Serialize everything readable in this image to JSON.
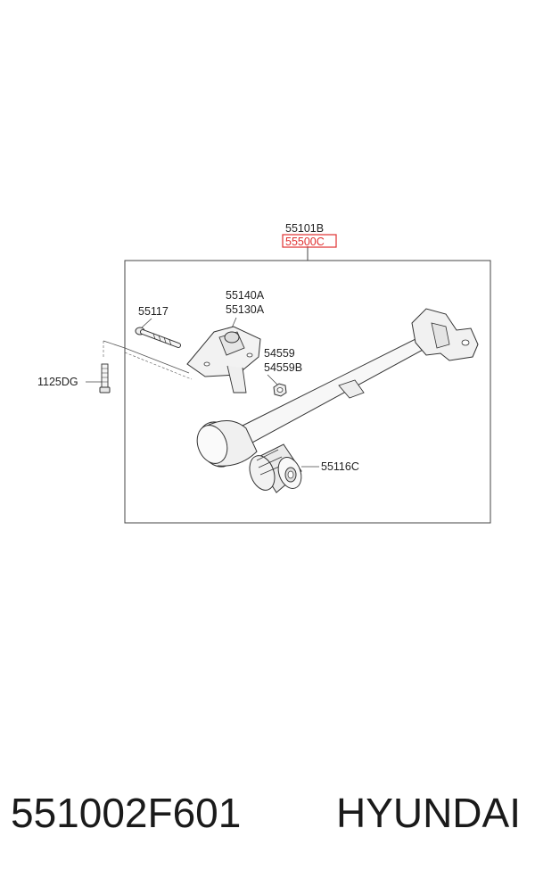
{
  "labels": {
    "assembly_top": "55101B",
    "assembly_highlight": "55500C",
    "bolt": "55117",
    "bracket_a": "55140A",
    "bracket_b": "55130A",
    "screw": "1125DG",
    "nut_a": "54559",
    "nut_b": "54559B",
    "bushing": "55116C"
  },
  "footer": {
    "part_number": "551002F601",
    "brand": "HYUNDAI"
  },
  "colors": {
    "highlight": "#e03030",
    "line": "#333333"
  }
}
